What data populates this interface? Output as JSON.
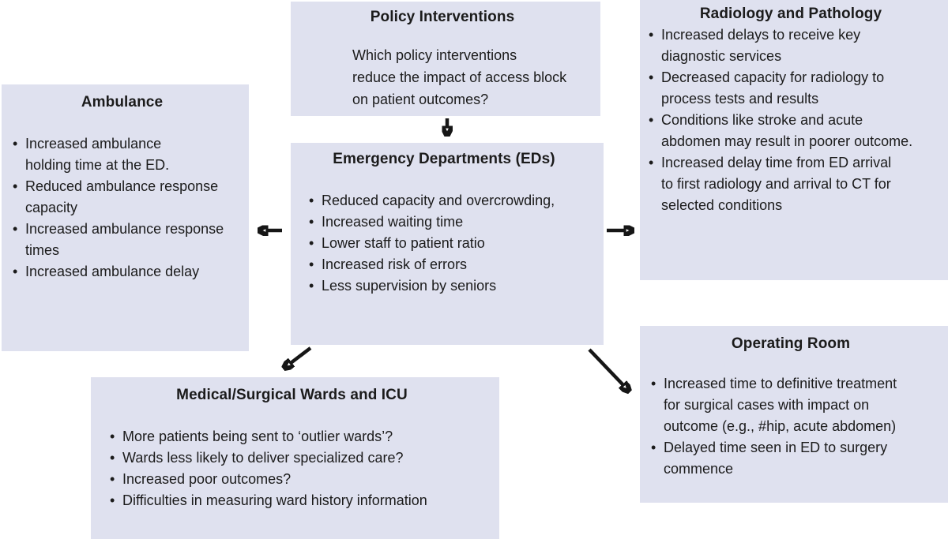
{
  "colors": {
    "background": "#ffffff",
    "box_fill": "#dfe1ef",
    "text": "#1b1b1b",
    "arrow": "#161616"
  },
  "boxes": {
    "policy_interventions": {
      "title": "Policy Interventions",
      "question": "Which policy interventions\nreduce the impact of access block\non patient outcomes?"
    },
    "emergency_departments": {
      "title": "Emergency Departments (EDs)",
      "bullets": [
        "Reduced capacity and overcrowding,",
        "Increased waiting time",
        "Lower staff to patient ratio",
        "Increased risk of errors",
        "Less supervision by seniors"
      ]
    },
    "ambulance": {
      "title": "Ambulance",
      "bullets": [
        "Increased ambulance\nholding time at the ED.",
        "Reduced ambulance response\ncapacity",
        "Increased ambulance response\ntimes",
        "Increased ambulance delay"
      ]
    },
    "radiology_pathology": {
      "title": "Radiology and Pathology",
      "bullets": [
        "Increased delays to receive key\ndiagnostic services",
        "Decreased capacity for radiology to\nprocess tests and results",
        "Conditions like stroke and acute\nabdomen may result in poorer outcome.",
        "Increased delay time from ED arrival\nto first radiology and arrival to CT for\nselected conditions"
      ]
    },
    "operating_room": {
      "title": "Operating Room",
      "bullets": [
        "Increased time to definitive treatment\nfor surgical cases with impact on\noutcome (e.g., #hip, acute abdomen)",
        "Delayed time seen in ED to surgery\ncommence"
      ]
    },
    "medical_surgical_wards_icu": {
      "title": "Medical/Surgical Wards and ICU",
      "bullets": [
        "More patients being sent to ‘outlier wards’?",
        "Wards less likely to deliver specialized care?",
        "Increased poor outcomes?",
        "Difficulties in measuring ward history information"
      ]
    }
  },
  "arrows": [
    {
      "from": "policy_interventions",
      "to": "emergency_departments"
    },
    {
      "from": "emergency_departments",
      "to": "ambulance"
    },
    {
      "from": "emergency_departments",
      "to": "radiology_pathology"
    },
    {
      "from": "emergency_departments",
      "to": "medical_surgical_wards_icu"
    },
    {
      "from": "emergency_departments",
      "to": "operating_room"
    }
  ]
}
